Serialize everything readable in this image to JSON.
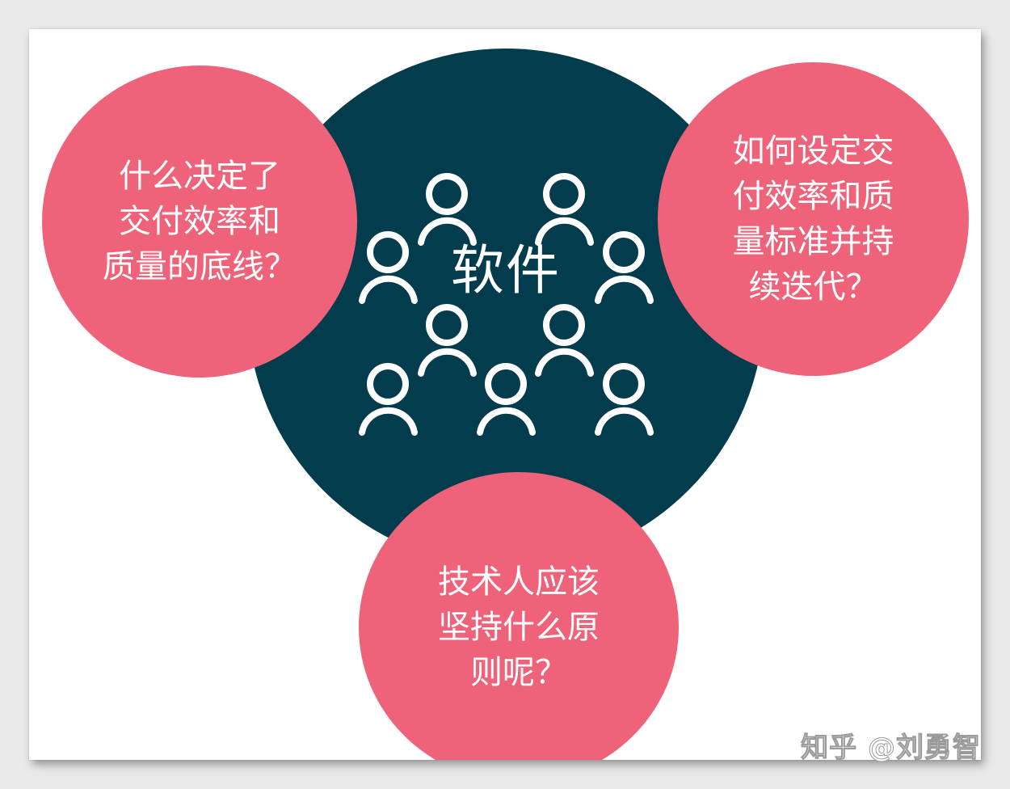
{
  "center": {
    "label": "软件",
    "icon": "people-icon",
    "people_count": 9,
    "color": "#033c4d"
  },
  "bubbles": {
    "color": "#ef637a",
    "left": {
      "text": "什么决定了\n交付效率和\n质量的底线？"
    },
    "right": {
      "text": "如何设定交\n付效率和质\n量标准并持\n续迭代？"
    },
    "bottom": {
      "text": "技术人应该\n坚持什么原\n则呢？"
    }
  },
  "watermark": "知乎 @刘勇智"
}
